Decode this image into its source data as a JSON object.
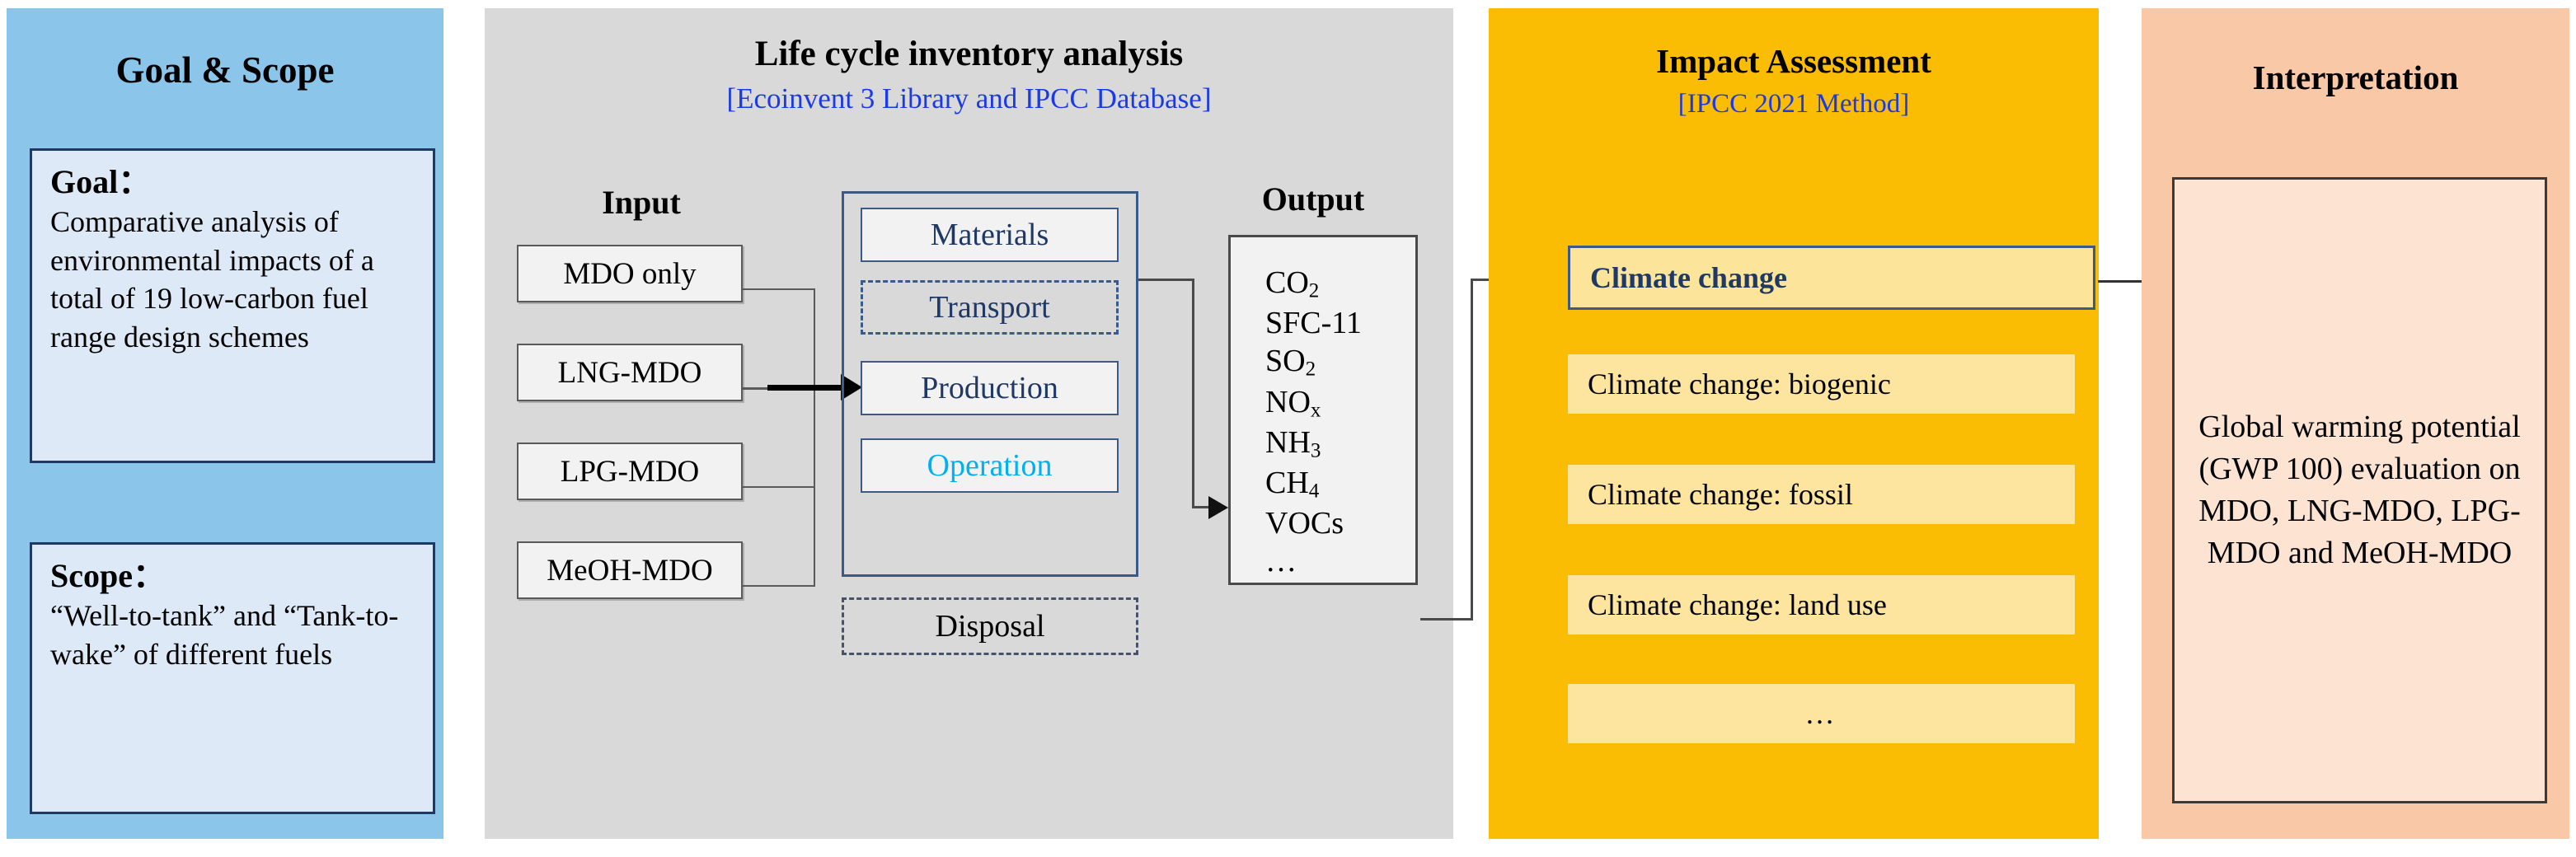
{
  "panels": {
    "goal_scope": {
      "title": "Goal & Scope",
      "goal_head": "Goal：",
      "goal_body": "Comparative analysis of environmental impacts of a total of 19 low-carbon fuel range design schemes",
      "scope_head": "Scope：",
      "scope_body": "“Well-to-tank” and “Tank-to-wake” of different fuels",
      "bg_color": "#8cc5ea",
      "card_bg_color": "#dde9f6",
      "card_border_color": "#1f3864"
    },
    "lci": {
      "title": "Life cycle inventory analysis",
      "subtitle": "[Ecoinvent 3 Library and IPCC Database]",
      "subtitle_color": "#1a3ae8",
      "bg_color": "#d9d9d9",
      "input_header": "Input",
      "output_header": "Output",
      "inputs": [
        {
          "label": "MDO only"
        },
        {
          "label": "LNG-MDO"
        },
        {
          "label": "LPG-MDO"
        },
        {
          "label": "MeOH-MDO"
        }
      ],
      "stages": [
        {
          "label": "Materials",
          "style": "solid"
        },
        {
          "label": "Transport",
          "style": "dashed"
        },
        {
          "label": "Production",
          "style": "solid"
        },
        {
          "label": "Operation",
          "style": "operation-highlight"
        }
      ],
      "disposal": {
        "label": "Disposal",
        "style": "dashed-outside"
      },
      "stage_border_color": "#3c5a88",
      "stage_text_color": "#1f3864",
      "operation_text_color": "#00b0f0",
      "outputs": [
        {
          "formula": "CO",
          "sub": "2",
          "suffix": ""
        },
        {
          "formula": "SFC-11",
          "sub": "",
          "suffix": ""
        },
        {
          "formula": "SO",
          "sub": "2",
          "suffix": ""
        },
        {
          "formula": "NO",
          "sub": "x",
          "suffix": ""
        },
        {
          "formula": "NH",
          "sub": "3",
          "suffix": ""
        },
        {
          "formula": "CH",
          "sub": "4",
          "suffix": ""
        },
        {
          "formula": "VOCs",
          "sub": "",
          "suffix": ""
        },
        {
          "formula": "…",
          "sub": "",
          "suffix": ""
        }
      ]
    },
    "impact": {
      "title": "Impact Assessment",
      "subtitle": "[IPCC 2021 Method]",
      "subtitle_color": "#1a3ae8",
      "bg_color": "#fbbc04",
      "row_bg_color": "#fde5a0",
      "primary_text_color": "#1f3864",
      "rows": [
        {
          "label": "Climate change",
          "highlighted": true
        },
        {
          "label": "Climate change: biogenic",
          "highlighted": false
        },
        {
          "label": "Climate change: fossil",
          "highlighted": false
        },
        {
          "label": "Climate change: land use",
          "highlighted": false
        },
        {
          "label": "…",
          "highlighted": false
        }
      ]
    },
    "interpretation": {
      "title": "Interpretation",
      "body": "Global warming potential (GWP 100) evaluation on MDO, LNG-MDO, LPG-MDO and MeOH-MDO",
      "bg_color": "#f9c9a7",
      "card_bg_color": "#fce3d2",
      "card_border_color": "#3a3a3a"
    }
  },
  "connectors": [
    {
      "name": "inputs-to-stages",
      "from": "input-boxes",
      "to": "stages-box",
      "style": "bracket-arrow"
    },
    {
      "name": "stages-to-output",
      "from": "stages-box",
      "to": "output-box",
      "style": "elbow-arrow"
    },
    {
      "name": "output-to-climate",
      "from": "output-box",
      "to": "impact-row-0",
      "style": "elbow-arrow"
    },
    {
      "name": "climate-to-interpretation",
      "from": "impact-row-0",
      "to": "interpretation-card",
      "style": "elbow-arrow"
    }
  ]
}
